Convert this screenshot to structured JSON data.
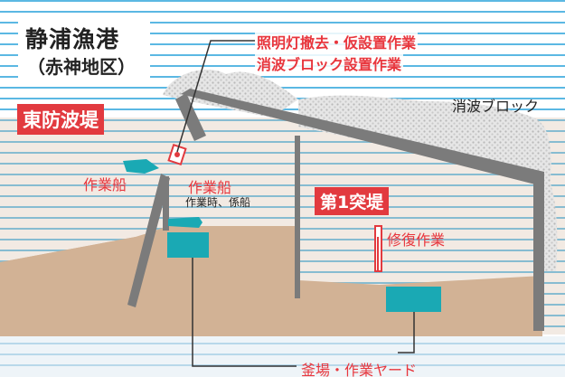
{
  "title": {
    "main": "静浦漁港",
    "sub": "（赤神地区）"
  },
  "callouts": {
    "lighting": "照明灯撤去・仮設置作業",
    "blocks_install": "消波ブロック設置作業"
  },
  "labels": {
    "east_breakwater": "東防波堤",
    "first_jetty": "第1突堤",
    "wave_blocks": "消波ブロック",
    "boat_left": "作業船",
    "boat_mid": "作業船",
    "boat_mid_note": "作業時、係船",
    "repair": "修復作業",
    "yard": "釜場・作業ヤード"
  },
  "colors": {
    "sea": "#5bb8e3",
    "land": "#d2b295",
    "pier": "#7b7b7b",
    "accent_red": "#e23a3f",
    "teal": "#1aa9b4",
    "block_dots": "#cfcfcf"
  },
  "icons": {
    "boat": "boat-icon",
    "lamp": "light-marker-icon"
  }
}
